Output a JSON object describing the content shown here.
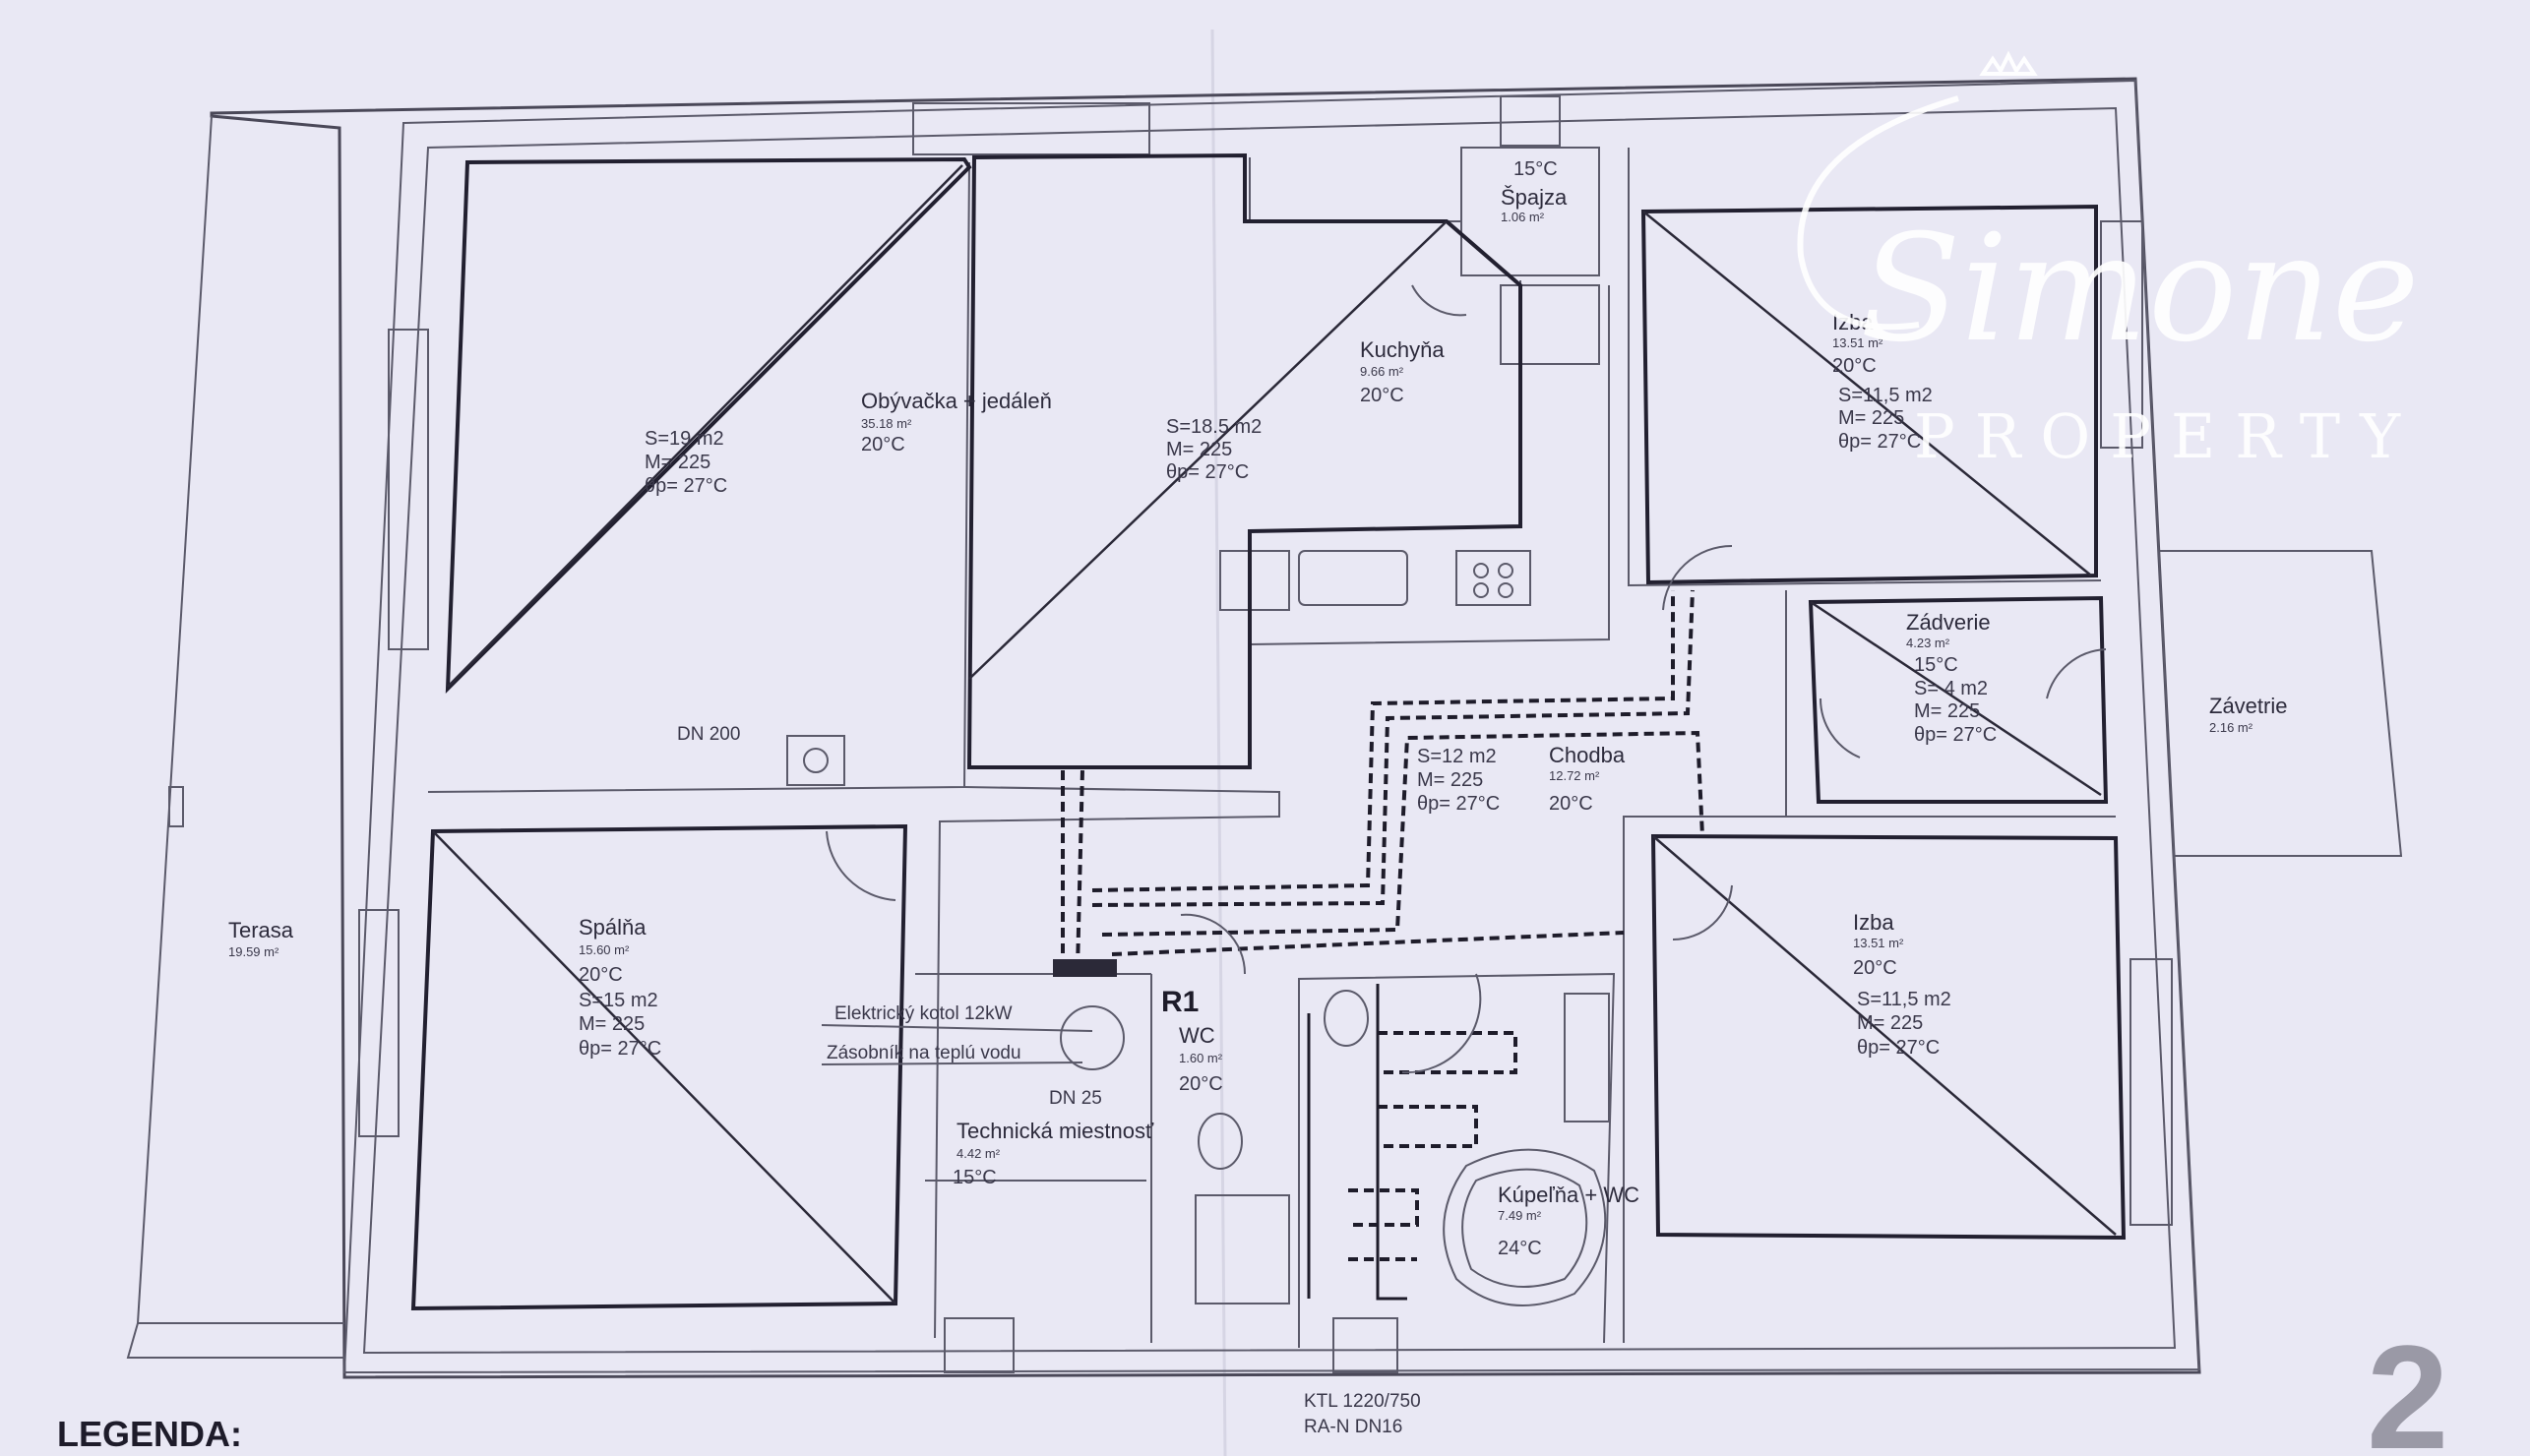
{
  "plan": {
    "rooms": {
      "obyvacka": {
        "name": "Obývačka + jedáleň",
        "area": "35.18 m²",
        "temp": "20°C",
        "heat_a": [
          "S=19 m2",
          "M= 225",
          "θp= 27°C"
        ],
        "heat_b": [
          "S=18.5 m2",
          "M= 225",
          "θp= 27°C"
        ]
      },
      "spajza": {
        "temp": "15°C",
        "name": "Špajza",
        "area": "1.06 m²"
      },
      "kuchyna": {
        "name": "Kuchyňa",
        "area": "9.66 m²",
        "temp": "20°C"
      },
      "izba_top": {
        "name": "Izba",
        "area": "13.51 m²",
        "temp": "20°C",
        "heat": [
          "S=11,5 m2",
          "M= 225",
          "θp= 27°C"
        ]
      },
      "zadverie": {
        "name": "Zádverie",
        "area": "4.23 m²",
        "temp": "15°C",
        "heat": [
          "S= 4 m2",
          "M= 225",
          "θp= 27°C"
        ]
      },
      "zavetrie": {
        "name": "Závetrie",
        "area": "2.16 m²"
      },
      "chodba": {
        "name": "Chodba",
        "area": "12.72 m²",
        "temp": "20°C",
        "heat": [
          "S=12 m2",
          "M= 225",
          "θp= 27°C"
        ]
      },
      "terasa": {
        "name": "Terasa",
        "area": "19.59 m²"
      },
      "spalna": {
        "name": "Spálňa",
        "area": "15.60 m²",
        "temp": "20°C",
        "heat": [
          "S=15 m2",
          "M= 225",
          "θp= 27°C"
        ]
      },
      "technicka": {
        "name": "Technická miestnosť",
        "area": "4.42 m²",
        "temp": "15°C"
      },
      "wc": {
        "name": "WC",
        "area": "1.60 m²",
        "temp": "20°C"
      },
      "kupelna": {
        "name": "Kúpeľňa + WC",
        "area": "7.49 m²",
        "temp": "24°C"
      },
      "izba_bottom": {
        "name": "Izba",
        "area": "13.51 m²",
        "temp": "20°C",
        "heat": [
          "S=11,5 m2",
          "M= 225",
          "θp= 27°C"
        ]
      }
    },
    "notes": {
      "dn200": "DN 200",
      "kotol": "Elektrický kotol 12kW",
      "zasobnik": "Zásobník na teplú vodu",
      "dn25": "DN 25",
      "r1": "R1",
      "ktl": "KTL 1220/750",
      "ran": "RA-N DN16"
    }
  },
  "legend": "LEGENDA:",
  "page_number": "2",
  "logo": {
    "name": "Simone",
    "sub": "PROPERTY"
  }
}
